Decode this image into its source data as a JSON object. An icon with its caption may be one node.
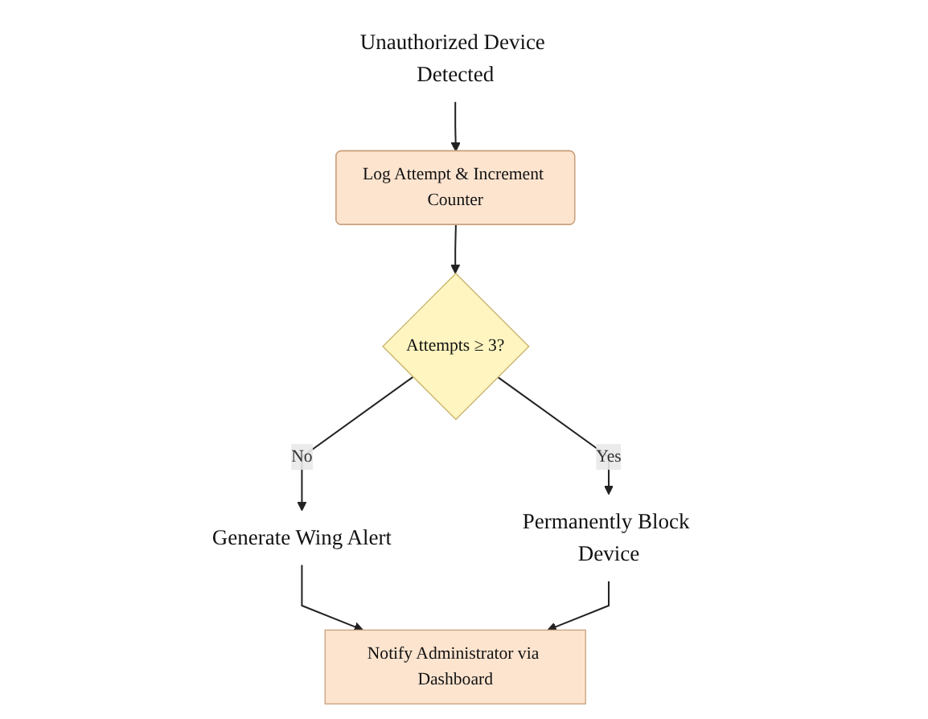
{
  "diagram": {
    "nodes": [
      {
        "text": [
          "Unauthorized Device Detected"
        ]
      },
      {
        "text": [
          "Log Attempt & Increment Counter"
        ]
      },
      {
        "text": [
          "Attempts ≥ 3?"
        ]
      },
      {
        "text": [
          "Generate Wing Alert"
        ]
      },
      {
        "text": [
          "Permanently Block Device"
        ]
      },
      {
        "text": [
          "Notify Administrator via Dashboard"
        ]
      }
    ],
    "edges": [
      {
        "from": 0,
        "to": 1,
        "arrow": "to"
      },
      {
        "from": 1,
        "to": 2,
        "arrow": "to"
      },
      {
        "from": 2,
        "to": 3,
        "label": "No",
        "arrow": "to"
      },
      {
        "from": 2,
        "to": 4,
        "label": "Yes",
        "arrow": "to"
      },
      {
        "from": 3,
        "to": 5,
        "arrow": "to"
      },
      {
        "from": 4,
        "to": 5,
        "arrow": "to"
      }
    ]
  }
}
